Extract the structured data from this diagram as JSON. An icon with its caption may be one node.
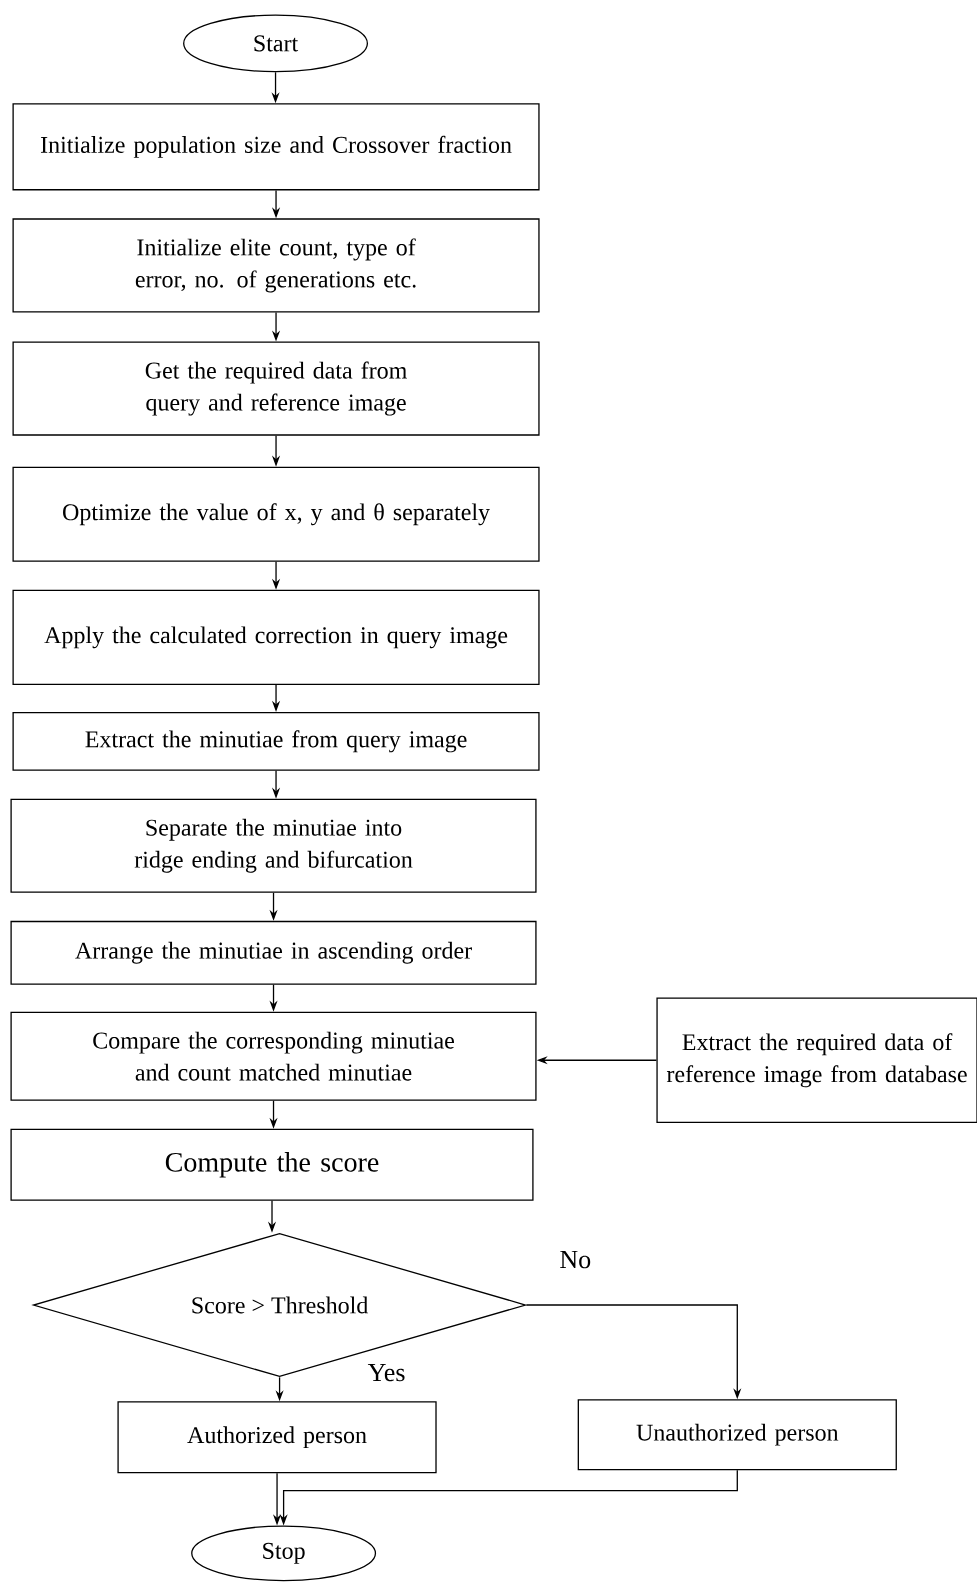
{
  "diagram": {
    "nodes": [
      {
        "text": [
          "Start"
        ]
      },
      {
        "text": [
          "Initialize population size and Crossover fraction"
        ]
      },
      {
        "text": [
          "Initialize elite count, type of error, no. of generations etc."
        ]
      },
      {
        "text": [
          "Get the required data from query and reference image"
        ]
      },
      {
        "text": [
          "Optimize the value of x, y and θ separately"
        ]
      },
      {
        "text": [
          "Apply the calculated correction in query image"
        ]
      },
      {
        "text": [
          "Extract the minutiae from query image"
        ]
      },
      {
        "text": [
          "Separate the minutiae into ridge ending and bifurcation"
        ]
      },
      {
        "text": [
          "Arrange the minutiae in ascending order"
        ]
      },
      {
        "text": [
          "Compare the corresponding minutiae and count matched minutiae"
        ]
      },
      {
        "text": [
          "Extract the required data of reference image from database"
        ]
      },
      {
        "text": [
          "Compute the score"
        ]
      },
      {
        "text": [
          "Score > Threshold"
        ]
      },
      {
        "text": [
          "Authorized person"
        ]
      },
      {
        "text": [
          "Unauthorized person"
        ]
      },
      {
        "text": [
          "Stop"
        ]
      }
    ],
    "edges": [
      {
        "from": 0,
        "to": 1,
        "arrow": "to"
      },
      {
        "from": 1,
        "to": 2,
        "arrow": "to"
      },
      {
        "from": 2,
        "to": 3,
        "arrow": "to"
      },
      {
        "from": 3,
        "to": 4,
        "arrow": "to"
      },
      {
        "from": 4,
        "to": 5,
        "arrow": "to"
      },
      {
        "from": 5,
        "to": 6,
        "arrow": "to"
      },
      {
        "from": 6,
        "to": 7,
        "arrow": "to"
      },
      {
        "from": 7,
        "to": 8,
        "arrow": "to"
      },
      {
        "from": 8,
        "to": 9,
        "arrow": "to"
      },
      {
        "from": 10,
        "to": 9,
        "arrow": "to"
      },
      {
        "from": 9,
        "to": 11,
        "arrow": "to"
      },
      {
        "from": 11,
        "to": 12,
        "arrow": "to"
      },
      {
        "from": 12,
        "to": 13,
        "label": "Yes",
        "arrow": "to"
      },
      {
        "from": 12,
        "to": 14,
        "label": "No",
        "arrow": "to"
      },
      {
        "from": 13,
        "to": 15,
        "arrow": "to"
      },
      {
        "from": 14,
        "to": 15,
        "arrow": "to"
      }
    ]
  }
}
